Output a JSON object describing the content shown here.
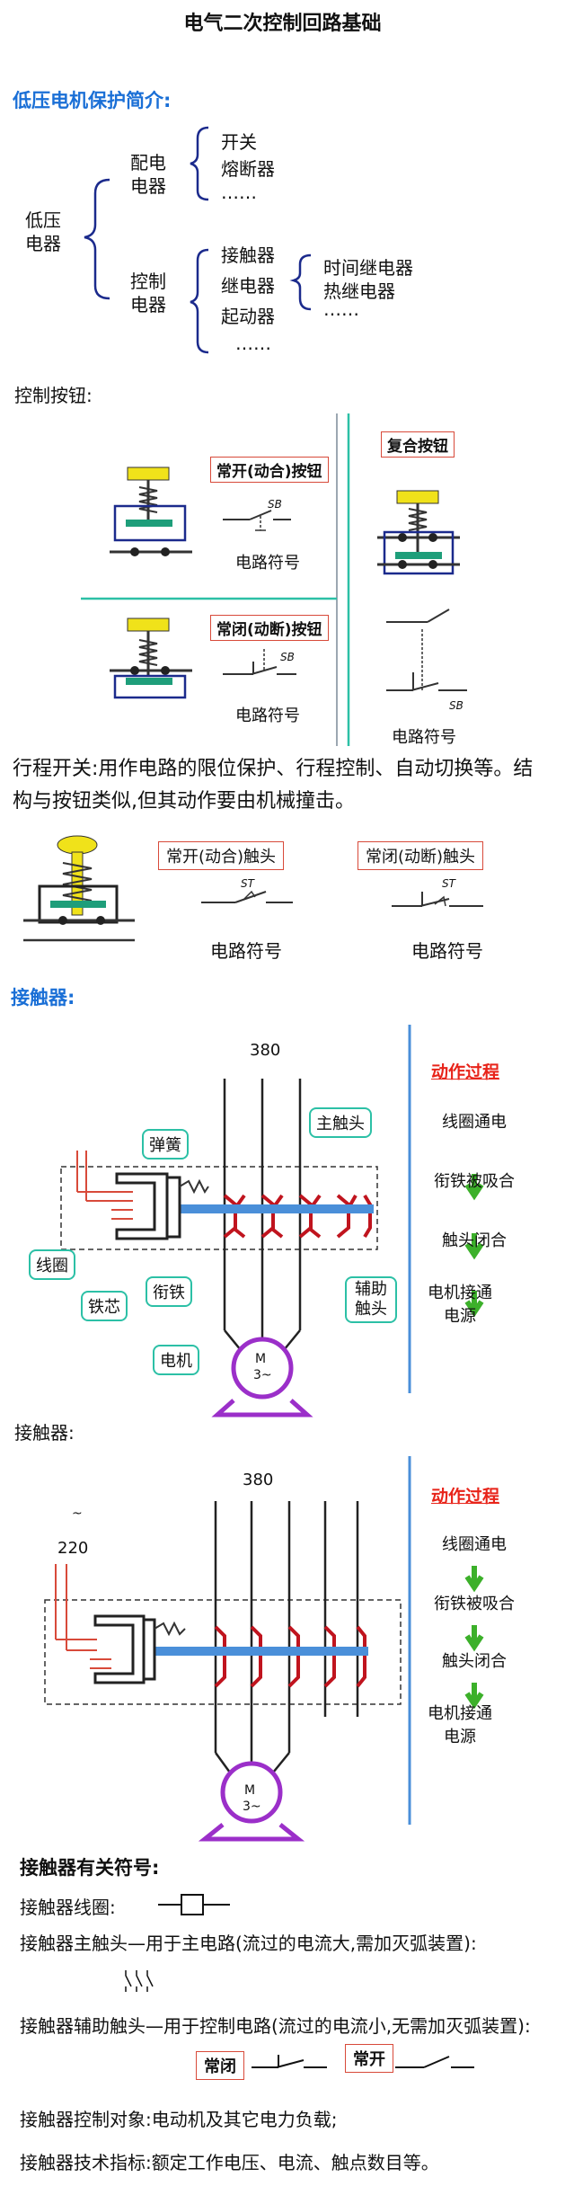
{
  "title": "电气二次控制回路基础",
  "section1": {
    "heading": "低压电机保护简介:",
    "root": "低压电器",
    "branch1": "配电电器",
    "branch1_items": [
      "开关",
      "熔断器",
      "……"
    ],
    "branch2": "控制电器",
    "branch2_items": [
      "接触器",
      "继电器",
      "起动器",
      "……"
    ],
    "relay_items": [
      "时间继电器",
      "热继电器",
      "……"
    ]
  },
  "buttons": {
    "heading": "控制按钮:",
    "no_label": "常开(动合)按钮",
    "nc_label": "常闭(动断)按钮",
    "combo_label": "复合按钮",
    "symbol_caption": "电路符号",
    "sb": "SB"
  },
  "limit_switch": {
    "description": "行程开关:用作电路的限位保护、行程控制、自动切换等。结构与按钮类似,但其动作要由机械撞击。",
    "no_label": "常开(动合)触头",
    "nc_label": "常闭(动断)触头",
    "symbol_caption": "电路符号",
    "st": "ST"
  },
  "contactor1": {
    "heading": "接触器:",
    "voltage": "380",
    "callouts": {
      "spring": "弹簧",
      "main_contact": "主触头",
      "coil": "线圈",
      "core": "铁芯",
      "armature": "衔铁",
      "aux_contact": "辅助触头",
      "motor": "电机"
    },
    "motor_label": "M",
    "motor_phase": "3~",
    "process_title": "动作过程",
    "steps": [
      "线圈通电",
      "衔铁被吸合",
      "触头闭合",
      "电机接通电源"
    ]
  },
  "contactor2": {
    "heading": "接触器:",
    "voltage": "380",
    "coil_voltage": "220",
    "coil_tilde": "~",
    "motor_label": "M",
    "motor_phase": "3~",
    "process_title": "动作过程",
    "steps": [
      "线圈通电",
      "衔铁被吸合",
      "触头闭合",
      "电机接通电源"
    ]
  },
  "symbols": {
    "heading": "接触器有关符号:",
    "coil": "接触器线圈:",
    "main": "接触器主触头—用于主电路(流过的电流大,需加灭弧装置):",
    "aux": "接触器辅助触头—用于控制电路(流过的电流小,无需加灭弧装置):",
    "nc": "常闭",
    "no": "常开",
    "object": "接触器控制对象:电动机及其它电力负载;",
    "specs": "接触器技术指标:额定工作电压、电流、触点数目等。"
  },
  "colors": {
    "accent_blue": "#1a6fd6",
    "red": "#e8241a",
    "teal": "#2cc0a6",
    "purple": "#9b2fc9",
    "green_arrow": "#3cb02a"
  }
}
